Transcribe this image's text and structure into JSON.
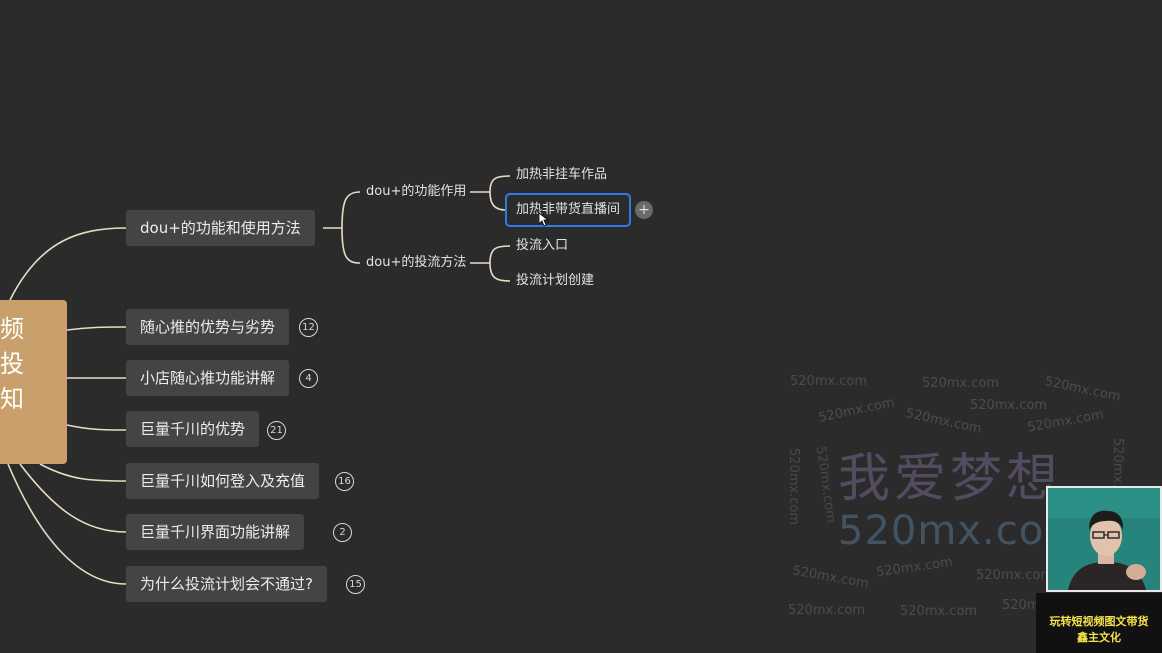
{
  "root": {
    "chars": [
      "频",
      "投",
      "知"
    ]
  },
  "branches": [
    {
      "label": "dou+的功能和使用方法",
      "badge": ""
    },
    {
      "label": "随心推的优势与劣势",
      "badge": "12"
    },
    {
      "label": "小店随心推功能讲解",
      "badge": "4"
    },
    {
      "label": "巨量千川的优势",
      "badge": "21"
    },
    {
      "label": "巨量千川如何登入及充值",
      "badge": "16"
    },
    {
      "label": "巨量千川界面功能讲解",
      "badge": "2"
    },
    {
      "label": "为什么投流计划会不通过?",
      "badge": "15"
    }
  ],
  "subbranches": [
    {
      "label": "dou+的功能作用"
    },
    {
      "label": "dou+的投流方法"
    }
  ],
  "leaves": [
    {
      "label": "加热非挂车作品"
    },
    {
      "label": "加热非带货直播间"
    },
    {
      "label": "投流入口"
    },
    {
      "label": "投流计划创建"
    }
  ],
  "add_button": {
    "label": "+"
  },
  "watermark": {
    "cn": "我爱梦想",
    "en": "520mx.com",
    "small": "520mx.com"
  },
  "webcam_caption": {
    "line1": "玩转短视频图文带货",
    "line2": "鑫主文化"
  },
  "colors": {
    "background": "#2b2b2b",
    "root": "#c9a06b",
    "branch_bg": "#444444",
    "connector": "#e9dcc4",
    "selection": "#2d7de8"
  }
}
